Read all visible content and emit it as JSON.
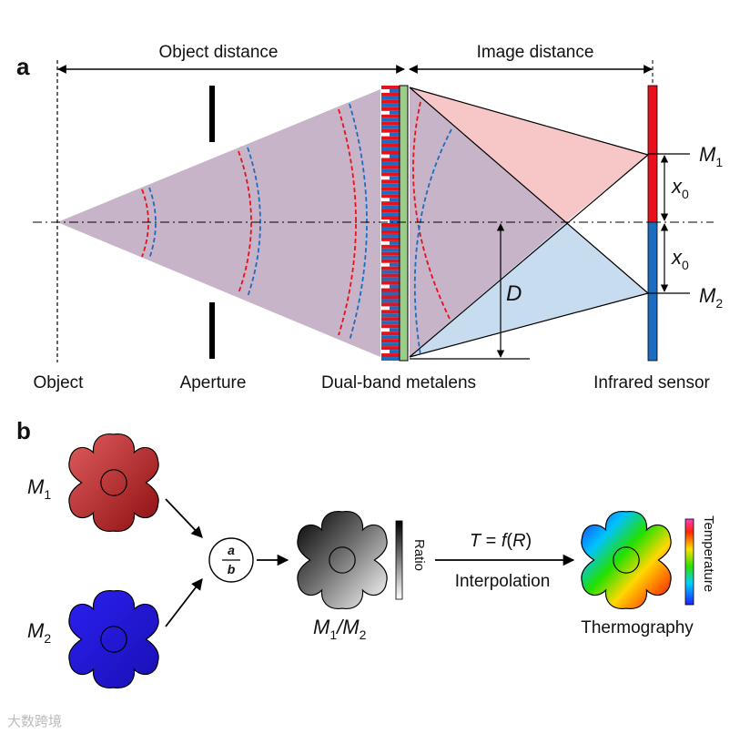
{
  "panel_a": {
    "label": "a",
    "object_distance": "Object distance",
    "image_distance": "Image distance",
    "object": "Object",
    "aperture": "Aperture",
    "metalens": "Dual-band metalens",
    "sensor": "Infrared sensor",
    "m1": "M",
    "m1_sub": "1",
    "m2": "M",
    "m2_sub": "2",
    "x0_var": "x",
    "x0_sub": "0",
    "x0b_var": "x",
    "x0b_sub": "0",
    "d": "D"
  },
  "panel_b": {
    "label": "b",
    "m1": "M",
    "m1_sub": "1",
    "m2": "M",
    "m2_sub": "2",
    "frac_num": "a",
    "frac_den": "b",
    "ratio": "Ratio",
    "ratio_caption_m1": "M",
    "ratio_caption_s1": "1",
    "ratio_caption_slash": "/M",
    "ratio_caption_s2": "2",
    "equation_t": "T",
    "equation_mid": " = ",
    "equation_f": "f",
    "equation_lp": "(",
    "equation_r": "R",
    "equation_rp": ")",
    "interpolation": "Interpolation",
    "thermography": "Thermography",
    "temperature": "Temperature"
  },
  "watermark": "大数跨境",
  "colors": {
    "red": "#e8101a",
    "blue": "#1c6cc0",
    "cone": "#c8b4c8",
    "upper_triangle": "#f7c6c6",
    "lower_triangle": "#c8dcf0",
    "lens_green": "#9ccc8a",
    "m1_flower": "#c0262a",
    "m2_flower": "#2a1ee6"
  }
}
